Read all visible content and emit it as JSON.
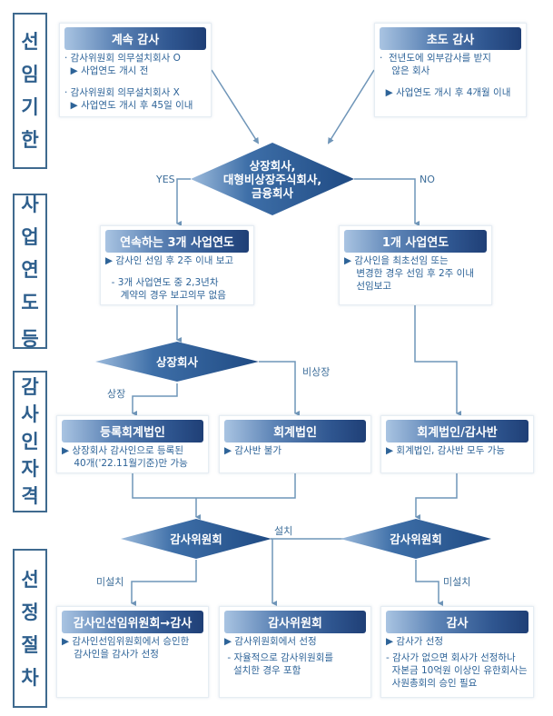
{
  "side_labels": [
    {
      "chars": [
        "선",
        "임",
        "기",
        "한"
      ],
      "text": "선임기한"
    },
    {
      "chars": [
        "사",
        "업",
        "연",
        "도",
        "등"
      ],
      "text": "사업연도 등"
    },
    {
      "chars": [
        "감",
        "사",
        "인",
        "자",
        "격"
      ],
      "text": "감사인자격"
    },
    {
      "chars": [
        "선",
        "정",
        "절",
        "차"
      ],
      "text": "선정절차"
    }
  ],
  "boxes": {
    "continuing_audit": {
      "title": "계속 감사",
      "lines": [
        "· 감사위원회 의무설치회사 O",
        "  ▶ 사업연도 개시 전",
        "",
        "· 감사위원회 의무설치회사 X",
        "  ▶ 사업연도 개시 후 45일 이내"
      ]
    },
    "initial_audit": {
      "title": "초도 감사",
      "lines": [
        "·  전년도에 외부감사를 받지",
        "    않은 회사",
        "",
        "  ▶ 사업연도 개시 후 4개월 이내"
      ]
    },
    "three_years": {
      "title": "연속하는 3개 사업연도",
      "lines": [
        "▶ 감사인 선임 후 2주 이내 보고",
        "",
        "  - 3개 사업연도 중 2,3년차",
        "     계약의 경우 보고의무 없음"
      ]
    },
    "one_year": {
      "title": "1개 사업연도",
      "lines": [
        "▶ 감사인을 최초선임 또는",
        "    변경한 경우 선임 후 2주 이내",
        "    선임보고"
      ]
    },
    "registered_firm": {
      "title": "등록회계법인",
      "lines": [
        "▶ 상장회사 감사인으로 등록된",
        "    40개('22.11월기준)만 가능"
      ]
    },
    "accounting_firm": {
      "title": "회계법인",
      "lines": [
        "▶ 감사반 불가"
      ]
    },
    "firm_or_team": {
      "title": "회계법인/감사반",
      "lines": [
        "▶ 회계법인, 감사반 모두 가능"
      ]
    },
    "selection_committee": {
      "title": "감사인선임위원회→감사",
      "lines": [
        "▶ 감사인선임위원회에서 승인한",
        "    감사인을 감사가 선정"
      ]
    },
    "audit_committee": {
      "title": "감사위원회",
      "lines": [
        "▶ 감사위원회에서 선정",
        "",
        " - 자율적으로 감사위원회를",
        "   설치한 경우 포함"
      ]
    },
    "auditor": {
      "title": "감사",
      "lines": [
        "▶ 감사가 선정",
        "",
        "- 감사가 없으면 회사가 선정하나",
        "  자본금 10억원 이상인 유한회사는",
        "  사원총회의 승인 필요"
      ]
    }
  },
  "decisions": {
    "company_type": {
      "lines": [
        "상장회사,",
        "대형비상장주식회사,",
        "금융회사"
      ]
    },
    "listed": {
      "lines": [
        "상장회사"
      ]
    },
    "committee_left": {
      "lines": [
        "감사위원회"
      ]
    },
    "committee_right": {
      "lines": [
        "감사위원회"
      ]
    }
  },
  "edge_labels": {
    "yes": "YES",
    "no": "NO",
    "listed": "상장",
    "unlisted": "비상장",
    "installed": "설치",
    "not_installed_left": "미설치",
    "not_installed_right": "미설치"
  },
  "colors": {
    "header_dark": "#1f3f76",
    "header_light": "#a9c4e2",
    "text": "#2d6398",
    "line": "#6f95b8",
    "side_border": "#3f6a8f"
  }
}
